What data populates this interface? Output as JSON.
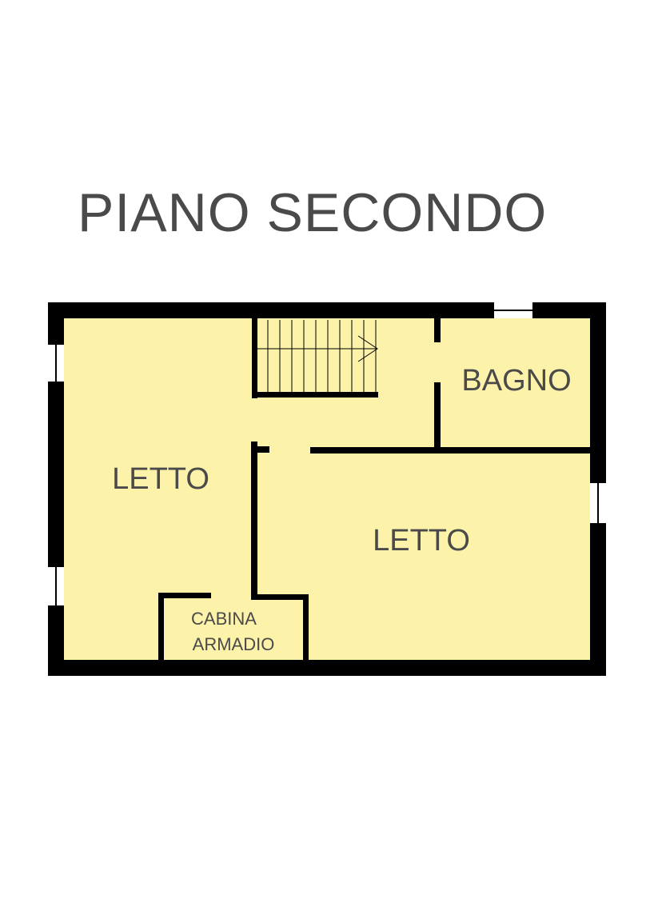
{
  "title": "PIANO SECONDO",
  "colors": {
    "floor": "#fdf2aa",
    "wall": "#000000",
    "window": "#ffffff",
    "text": "#4a4a4a"
  },
  "rooms": {
    "letto_left": "LETTO",
    "bagno": "BAGNO",
    "letto_right": "LETTO",
    "cabina_line1": "CABINA",
    "cabina_line2": "ARMADIO"
  }
}
